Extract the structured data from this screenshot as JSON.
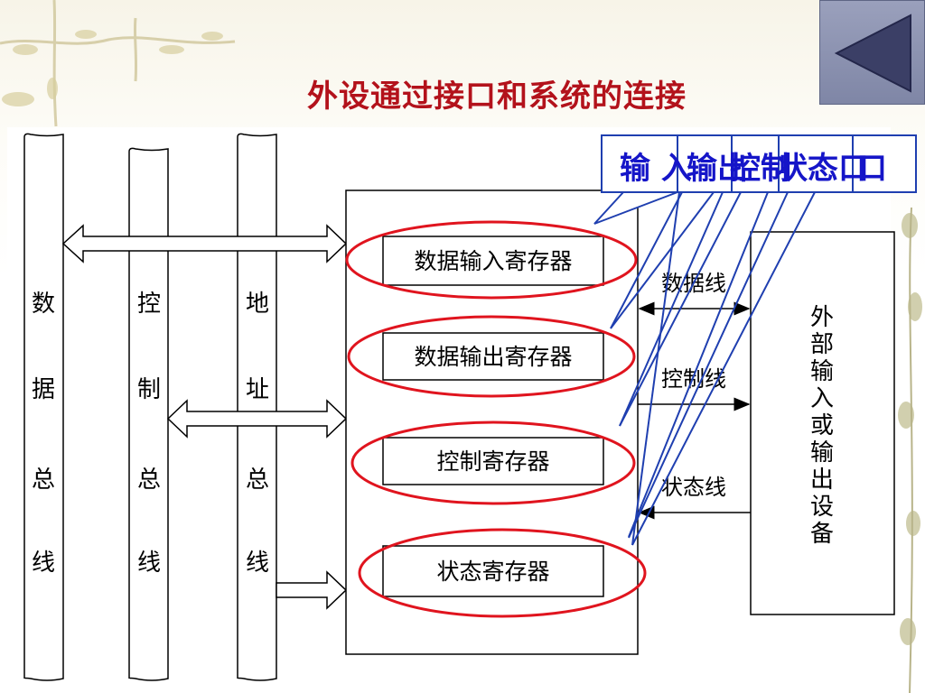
{
  "slide": {
    "title": "外设通过接口和系统的连接",
    "back_button_icon": "triangle-left-icon"
  },
  "buses": [
    {
      "id": "data-bus",
      "chars": [
        "数",
        "据",
        "总",
        "线"
      ]
    },
    {
      "id": "control-bus",
      "chars": [
        "控",
        "制",
        "总",
        "线"
      ]
    },
    {
      "id": "address-bus",
      "chars": [
        "地",
        "址",
        "总",
        "线"
      ]
    }
  ],
  "registers": [
    {
      "id": "data-input-register",
      "label": "数据输入寄存器"
    },
    {
      "id": "data-output-register",
      "label": "数据输出寄存器"
    },
    {
      "id": "control-register",
      "label": "控制寄存器"
    },
    {
      "id": "status-register",
      "label": "状态寄存器"
    }
  ],
  "signal_lines": [
    {
      "id": "data-line",
      "label": "数据线"
    },
    {
      "id": "control-line",
      "label": "控制线"
    },
    {
      "id": "status-line",
      "label": "状态线"
    }
  ],
  "device": {
    "chars": [
      "外",
      "部",
      "输",
      "入",
      "或",
      "输",
      "出",
      "设",
      "备"
    ]
  },
  "callout": {
    "text_a": "输 入",
    "text_b": "输出",
    "text_c": "控制",
    "text_d": "状态口",
    "text_e": "口"
  },
  "colors": {
    "title": "#b3121b",
    "highlight_ellipse": "#e0141e",
    "callout_text": "#1515c8",
    "callout_border": "#1f3fb0",
    "diagram_line": "#000000"
  }
}
